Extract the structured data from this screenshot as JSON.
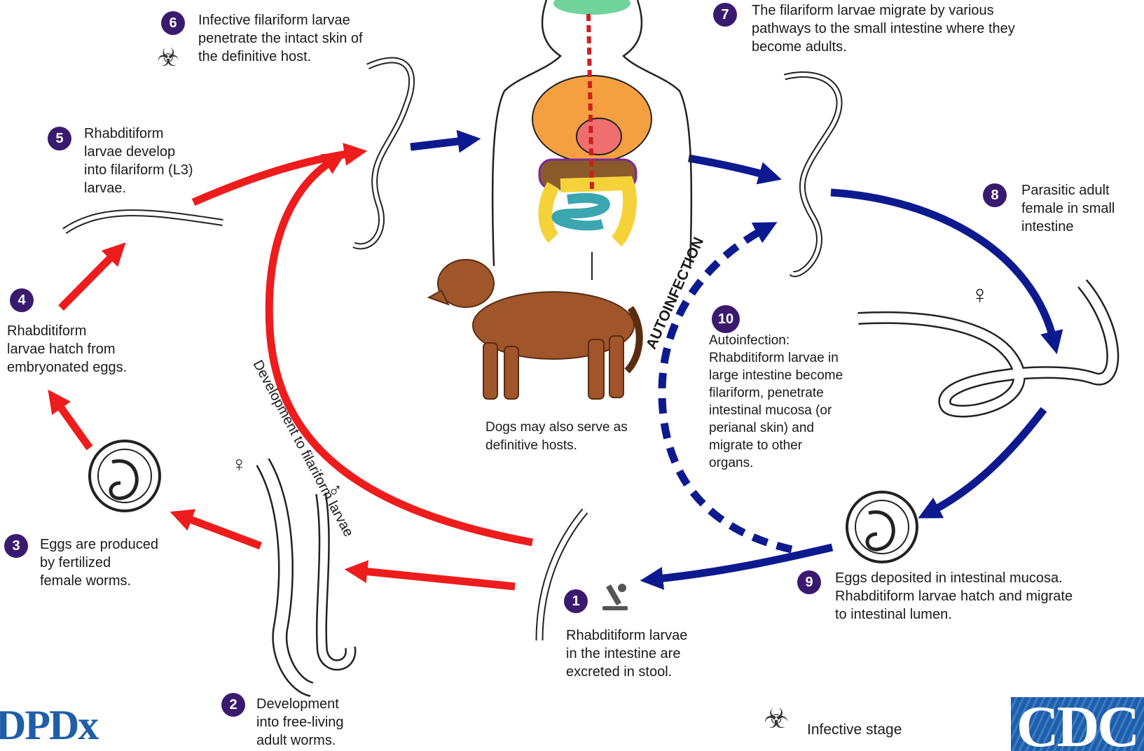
{
  "steps": [
    {
      "n": "1",
      "text": "Rhabditiform larvae\nin the intestine are\nexcreted in stool."
    },
    {
      "n": "2",
      "text": "Development\ninto free-living\nadult worms."
    },
    {
      "n": "3",
      "text": "Eggs are produced\nby fertilized\nfemale worms."
    },
    {
      "n": "4",
      "text": "Rhabditiform\nlarvae hatch from\nembryonated eggs."
    },
    {
      "n": "5",
      "text": "Rhabditiform\nlarvae develop\ninto filariform (L3)\nlarvae."
    },
    {
      "n": "6",
      "text": "Infective filariform larvae\npenetrate the intact skin of\nthe definitive host."
    },
    {
      "n": "7",
      "text": "The filariform larvae migrate by various\npathways to the small intestine where they\nbecome adults."
    },
    {
      "n": "8",
      "text": "Parasitic adult\nfemale in small\nintestine"
    },
    {
      "n": "9",
      "text": "Eggs deposited in intestinal mucosa.\nRhabditiform larvae hatch and migrate\nto intestinal lumen."
    },
    {
      "n": "10",
      "text": "Autoinfection:\nRhabditiform larvae in\nlarge intestine become\nfilariform, penetrate\nintestinal mucosa (or\nperianal skin) and\nmigrate to other\norgans."
    }
  ],
  "labels": {
    "dogs": "Dogs may also serve as\ndefinitive hosts.",
    "development": "Development to filariform larvae",
    "autoinfection": "AUTOINFECTION",
    "legend_infective": "Infective stage",
    "logo_left": "DPDx",
    "logo_right": "CDC",
    "female": "♀",
    "male": "♂"
  },
  "colors": {
    "free_living_cycle": "#ee1c1c",
    "parasitic_cycle": "#0d1a8f",
    "badge": "#3a1a6e"
  },
  "icons": [
    "biohazard-icon",
    "microscope-icon"
  ]
}
